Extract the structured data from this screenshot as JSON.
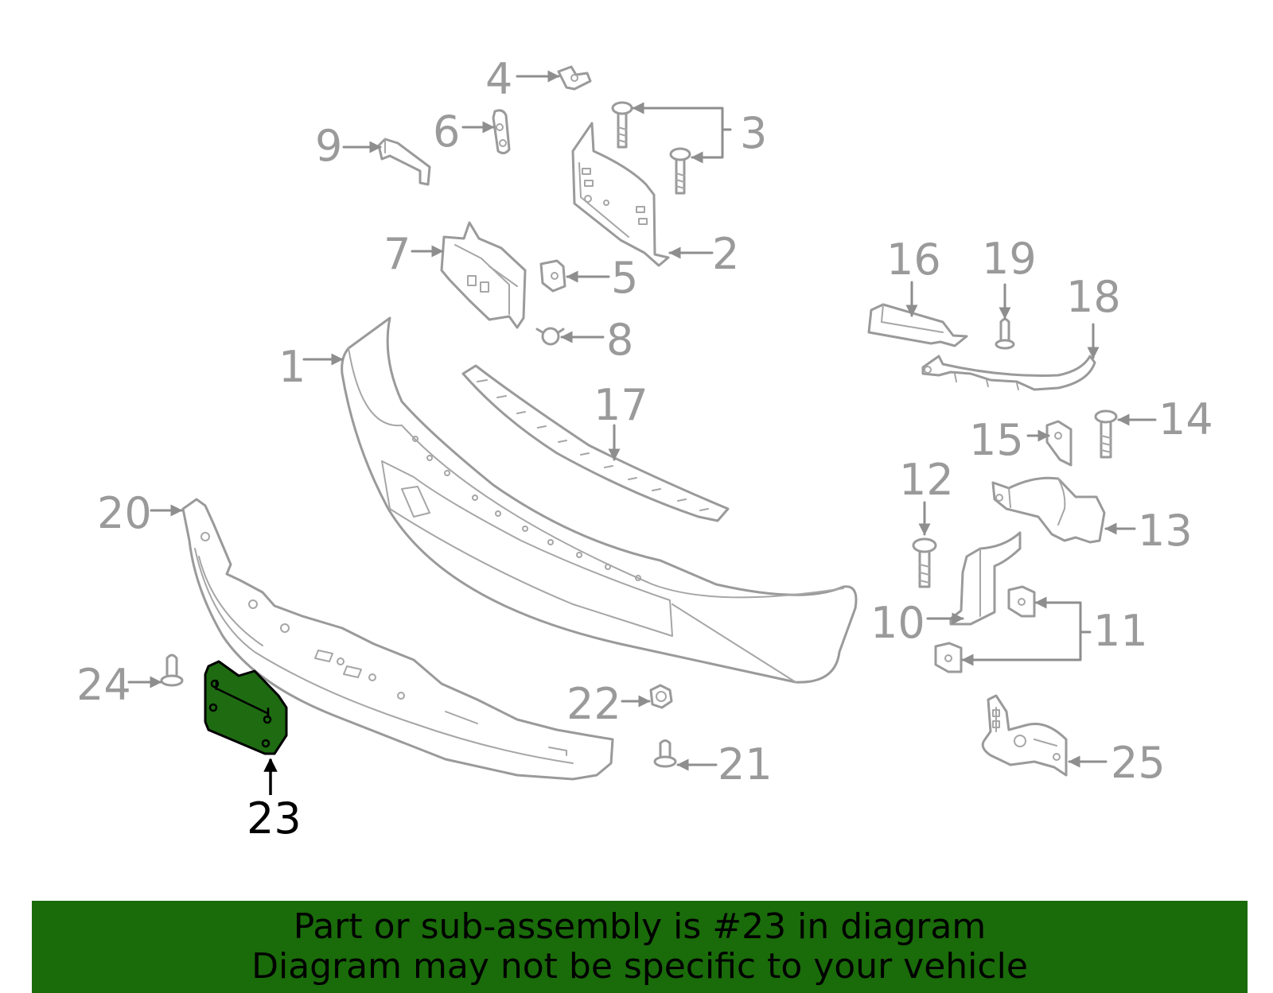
{
  "colors": {
    "highlight": "#1f6b12",
    "banner": "#1a6b0a"
  },
  "callouts": {
    "c1": "1",
    "c2": "2",
    "c3": "3",
    "c4": "4",
    "c5": "5",
    "c6": "6",
    "c7": "7",
    "c8": "8",
    "c9": "9",
    "c10": "10",
    "c11": "11",
    "c12": "12",
    "c13": "13",
    "c14": "14",
    "c15": "15",
    "c16": "16",
    "c17": "17",
    "c18": "18",
    "c19": "19",
    "c20": "20",
    "c21": "21",
    "c22": "22",
    "c23": "23",
    "c24": "24",
    "c25": "25"
  },
  "highlighted_callout": "23",
  "banner": {
    "line1": "Part or sub-assembly is #23 in diagram",
    "line2": "Diagram may not be specific to your vehicle"
  }
}
